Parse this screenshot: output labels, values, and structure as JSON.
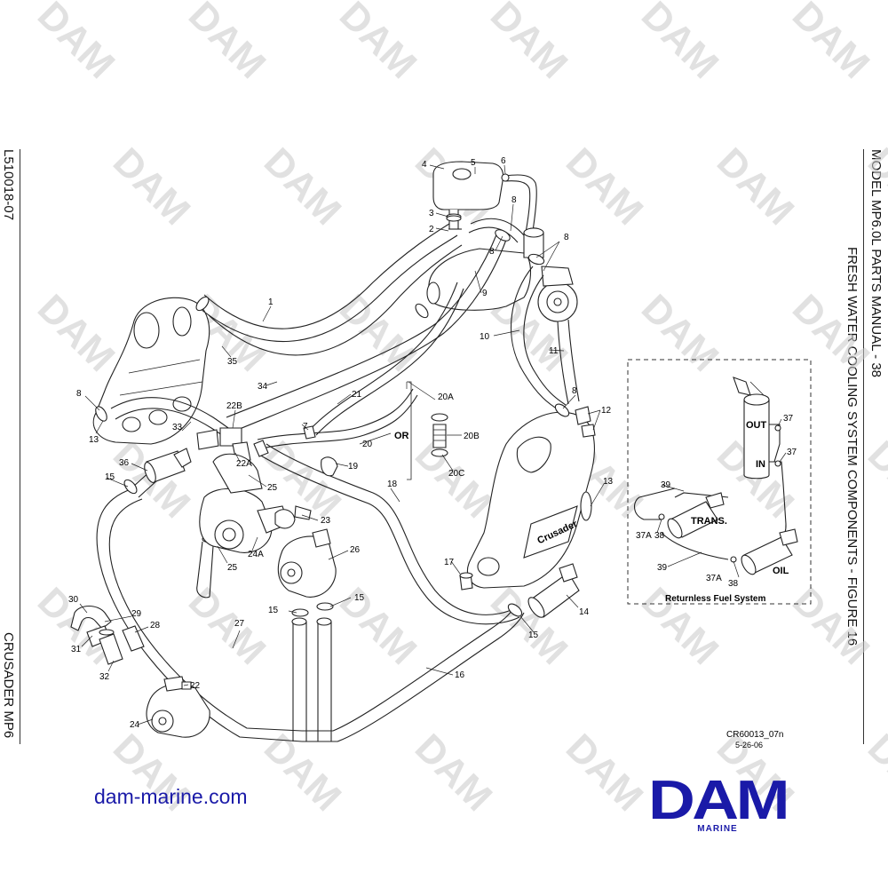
{
  "document": {
    "doc_number": "L510018-07",
    "product_line": "CRUSADER MP6",
    "model_title": "MODEL MP6.0L PARTS MANUAL - 38",
    "figure_title": "FRESH WATER COOLING SYSTEM COMPONENTS - FIGURE 16",
    "drawing_code": "CR60013_07n",
    "drawing_date": "5-26-06"
  },
  "watermark": {
    "text": "DAM",
    "color": "#c8c8c8"
  },
  "footer": {
    "site_link": "dam-marine.com",
    "logo_text": "DAM",
    "logo_sub": "MARINE",
    "brand_color": "#1a1aa8"
  },
  "diagram": {
    "labels": {
      "p1": "1",
      "p2": "2",
      "p3": "3",
      "p4": "4",
      "p5": "5",
      "p6": "6",
      "p7": "7",
      "p8a": "8",
      "p8b": "8",
      "p8c": "8",
      "p8d": "8",
      "p8e": "8",
      "p9": "9",
      "p10": "10",
      "p11": "11",
      "p12": "12",
      "p13a": "13",
      "p13b": "13",
      "p14": "14",
      "p15a": "15",
      "p15b": "15",
      "p15c": "15",
      "p15d": "15",
      "p16": "16",
      "p17": "17",
      "p18": "18",
      "p19": "19",
      "p20": "20",
      "p20a": "20A",
      "p20b": "20B",
      "p20c": "20C",
      "p21": "21",
      "p22": "22",
      "p22a": "22A",
      "p22b": "22B",
      "p23": "23",
      "p24": "24",
      "p24a": "24A",
      "p25a": "25",
      "p25b": "25",
      "p26": "26",
      "p27": "27",
      "p28": "28",
      "p29": "29",
      "p30": "30",
      "p31": "31",
      "p32": "32",
      "p33": "33",
      "p34": "34",
      "p35": "35",
      "p36": "36",
      "p37a": "37",
      "p37b": "37",
      "p37c": "37A",
      "p37d": "37A",
      "p38a": "38",
      "p38b": "38",
      "p39a": "39",
      "p39b": "39",
      "or": "OR",
      "out": "OUT",
      "in": "IN",
      "trans": "TRANS.",
      "oil": "OIL",
      "returnless": "Returnless Fuel System",
      "brand_plate": "Crusader"
    }
  }
}
